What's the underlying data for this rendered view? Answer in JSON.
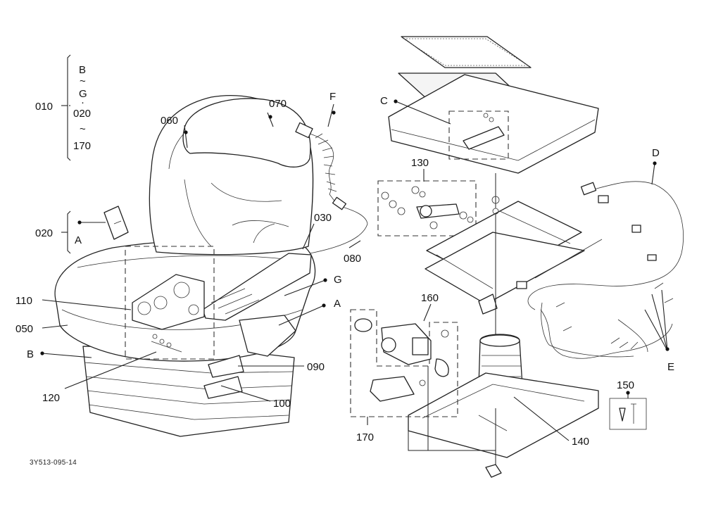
{
  "diagram": {
    "drawing_code": "3Y513-095-14",
    "callouts": {
      "c010": "010",
      "c020": "020",
      "c030": "030",
      "c050": "050",
      "c060": "060",
      "c070": "070",
      "c080": "080",
      "c090": "090",
      "c100": "100",
      "c110": "110",
      "c120": "120",
      "c130": "130",
      "c140": "140",
      "c150": "150",
      "c160": "160",
      "c170": "170"
    },
    "ref_letters": {
      "A_top": "A",
      "A_right": "A",
      "B_left": "B",
      "C": "C",
      "D": "D",
      "E": "E",
      "F": "F",
      "G": "G"
    },
    "range_bracket": {
      "b": "B",
      "tilde1": "~",
      "g": "G",
      "bullet": "·",
      "c020": "020",
      "tilde2": "~",
      "c170": "170"
    }
  }
}
